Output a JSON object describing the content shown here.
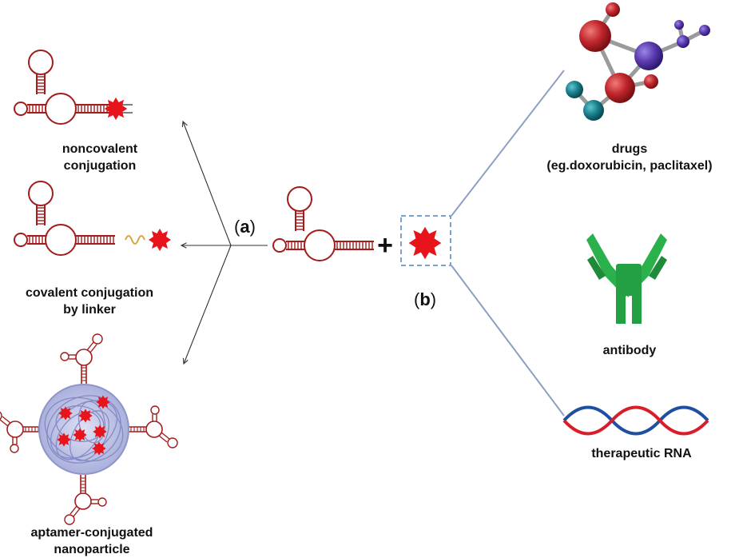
{
  "labels": {
    "noncovalent": [
      "noncovalent",
      "conjugation"
    ],
    "covalent": [
      "covalent conjugation",
      "by linker"
    ],
    "nanoparticle": [
      "aptamer-conjugated",
      "nanoparticle"
    ],
    "drugs": [
      "drugs",
      "(eg.doxorubicin, paclitaxel)"
    ],
    "antibody": "antibody",
    "rna": "therapeutic RNA",
    "label_a": {
      "open": "(",
      "letter": "a",
      "close": ")"
    },
    "label_b": {
      "open": "(",
      "letter": "b",
      "close": ")"
    },
    "plus": "+"
  },
  "colors": {
    "aptamer": "#a31c1c",
    "star": "#e8141c",
    "linker": "#d9a43b",
    "nano_coil": "#8e95c8",
    "dashed_box": "#7ba2cc",
    "callout": "#8ea0c2",
    "antibody": "#23a043",
    "atom_red": "#c0262c",
    "atom_purple": "#5b3ab0",
    "atom_teal": "#1a7f8c",
    "rna_red": "#d81e2a",
    "rna_blue": "#1f4fa0"
  }
}
